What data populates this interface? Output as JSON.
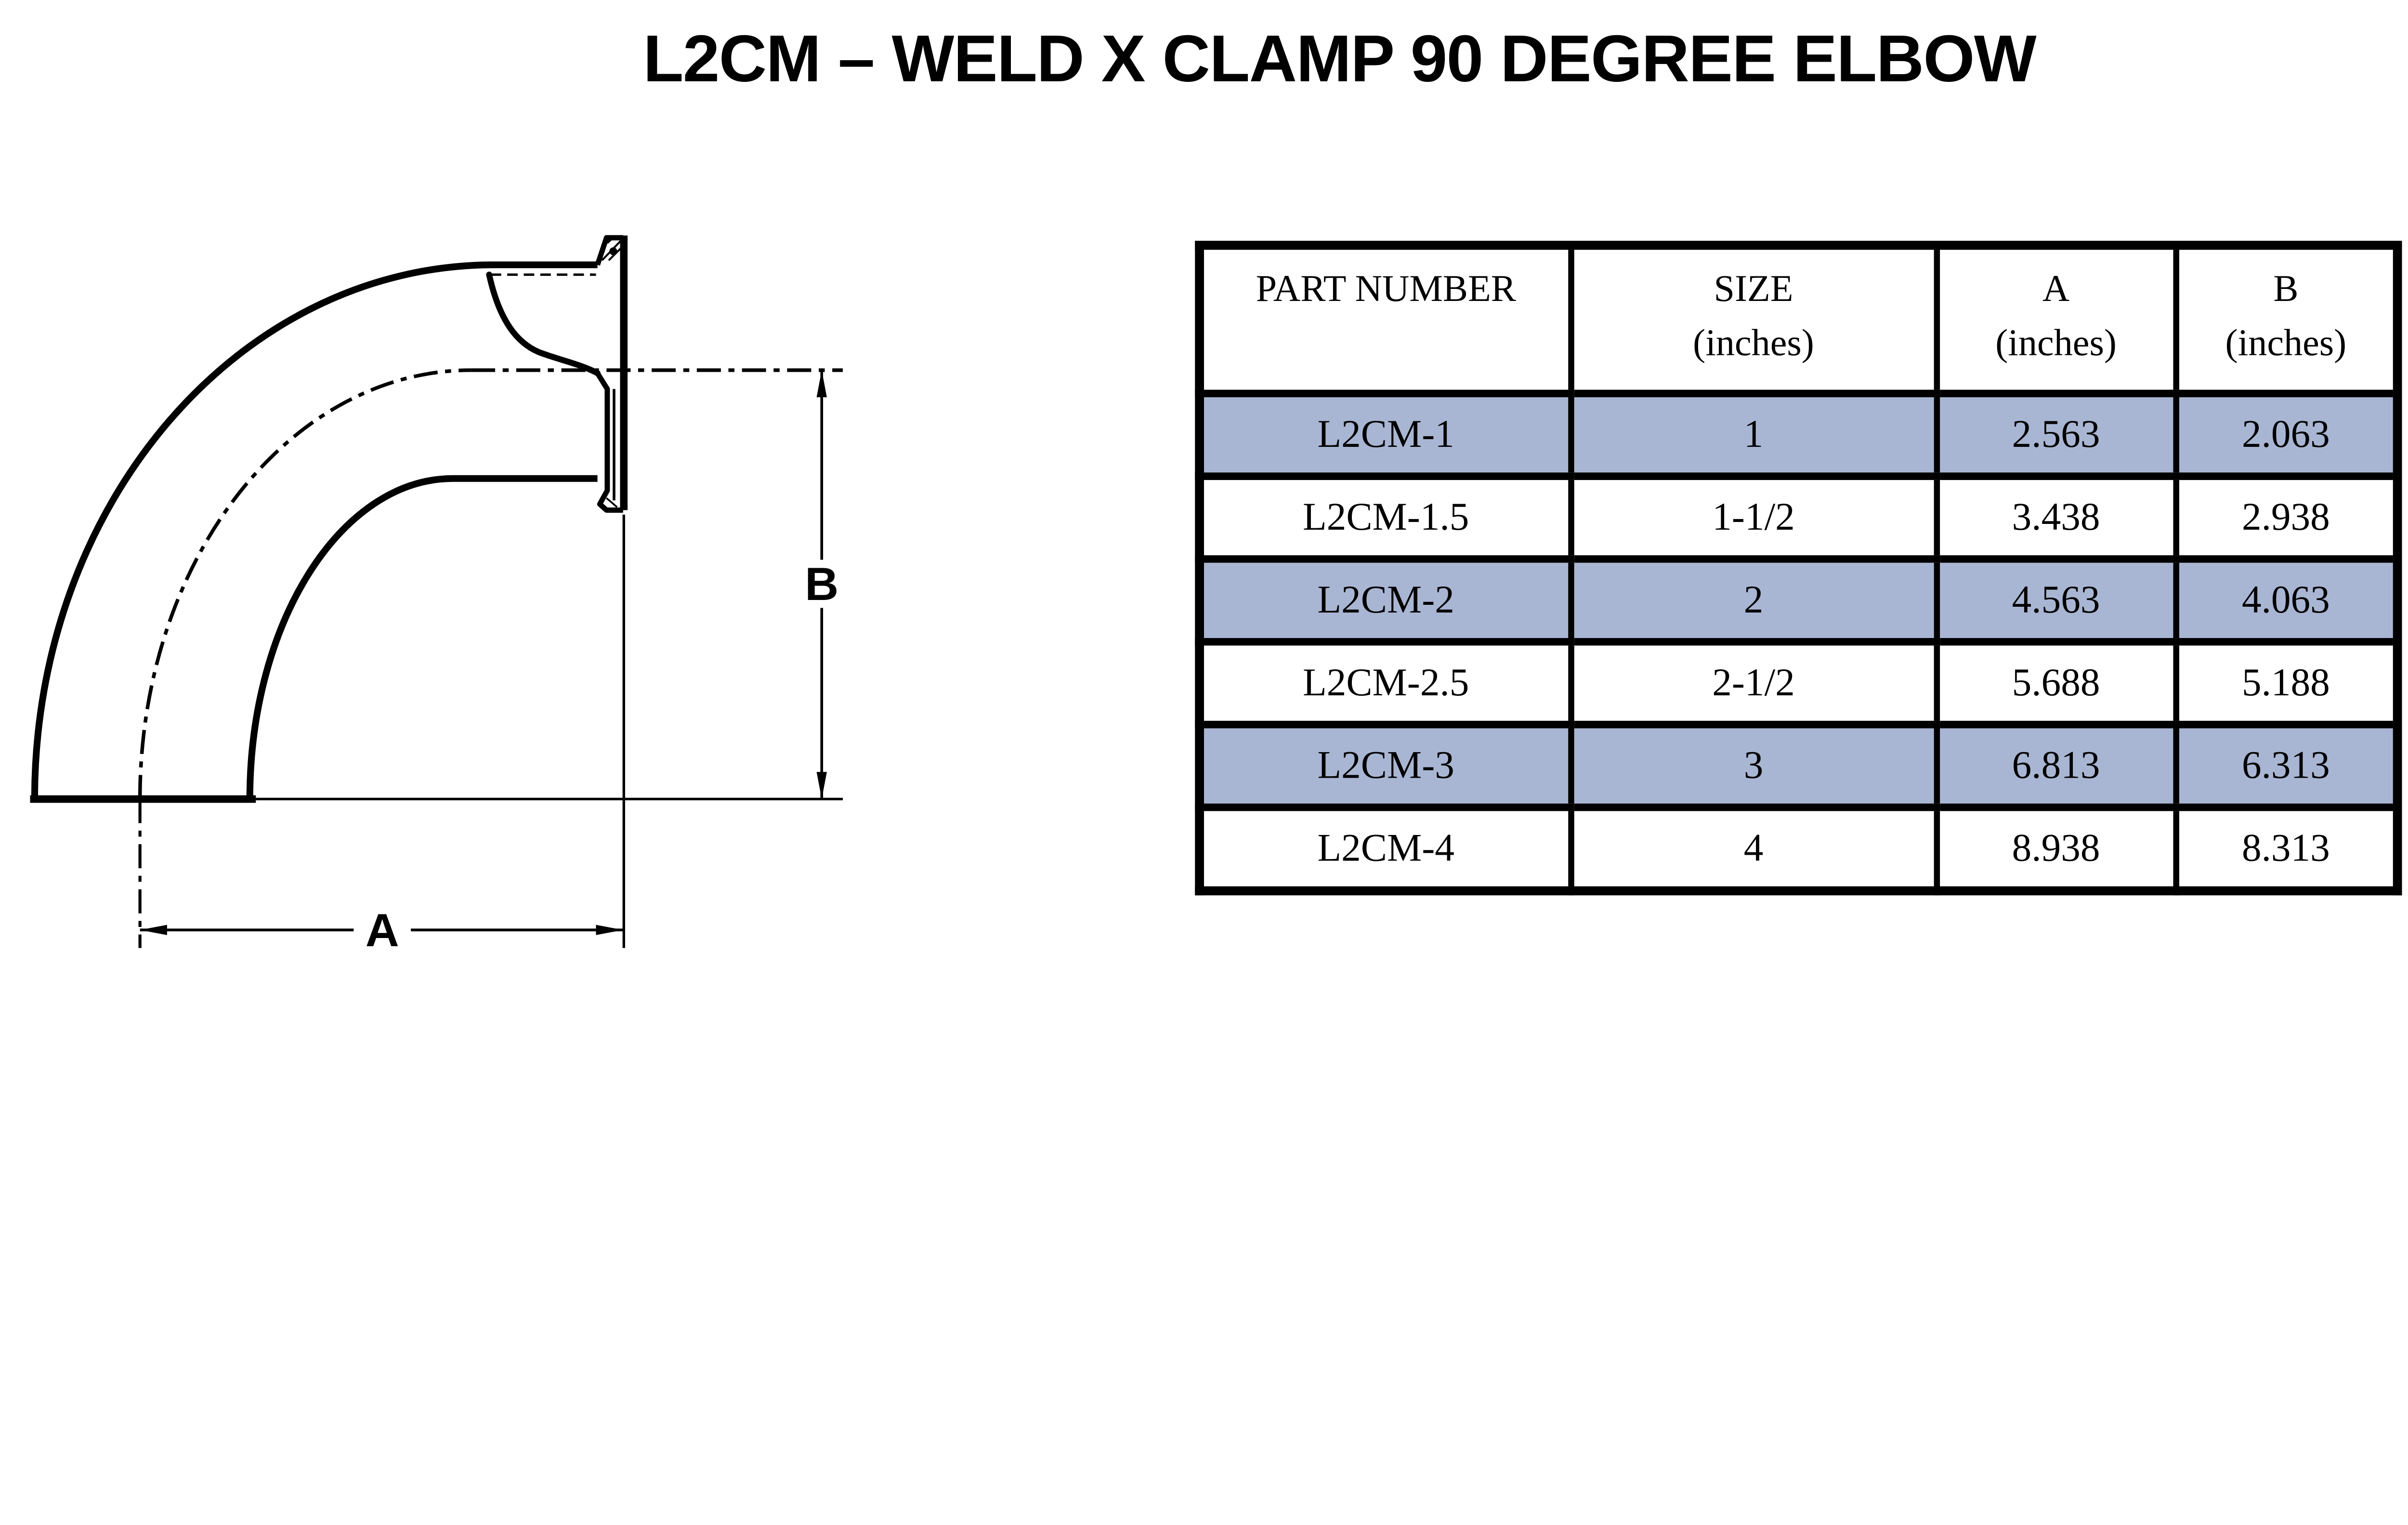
{
  "title": "L2CM – WELD X CLAMP 90 DEGREE ELBOW",
  "drawing": {
    "dimension_a_label": "A",
    "dimension_b_label": "B"
  },
  "table": {
    "columns": [
      {
        "label": "PART NUMBER",
        "sub": ""
      },
      {
        "label": "SIZE",
        "sub": "(inches)"
      },
      {
        "label": "A",
        "sub": "(inches)"
      },
      {
        "label": "B",
        "sub": "(inches)"
      }
    ],
    "rows": [
      {
        "part_number": "L2CM-1",
        "size": "1",
        "a": "2.563",
        "b": "2.063",
        "highlighted": true
      },
      {
        "part_number": "L2CM-1.5",
        "size": "1-1/2",
        "a": "3.438",
        "b": "2.938",
        "highlighted": false
      },
      {
        "part_number": "L2CM-2",
        "size": "2",
        "a": "4.563",
        "b": "4.063",
        "highlighted": true
      },
      {
        "part_number": "L2CM-2.5",
        "size": "2-1/2",
        "a": "5.688",
        "b": "5.188",
        "highlighted": false
      },
      {
        "part_number": "L2CM-3",
        "size": "3",
        "a": "6.813",
        "b": "6.313",
        "highlighted": true
      },
      {
        "part_number": "L2CM-4",
        "size": "4",
        "a": "8.938",
        "b": "8.313",
        "highlighted": false
      }
    ],
    "highlight_color": "#a9b6d3"
  }
}
